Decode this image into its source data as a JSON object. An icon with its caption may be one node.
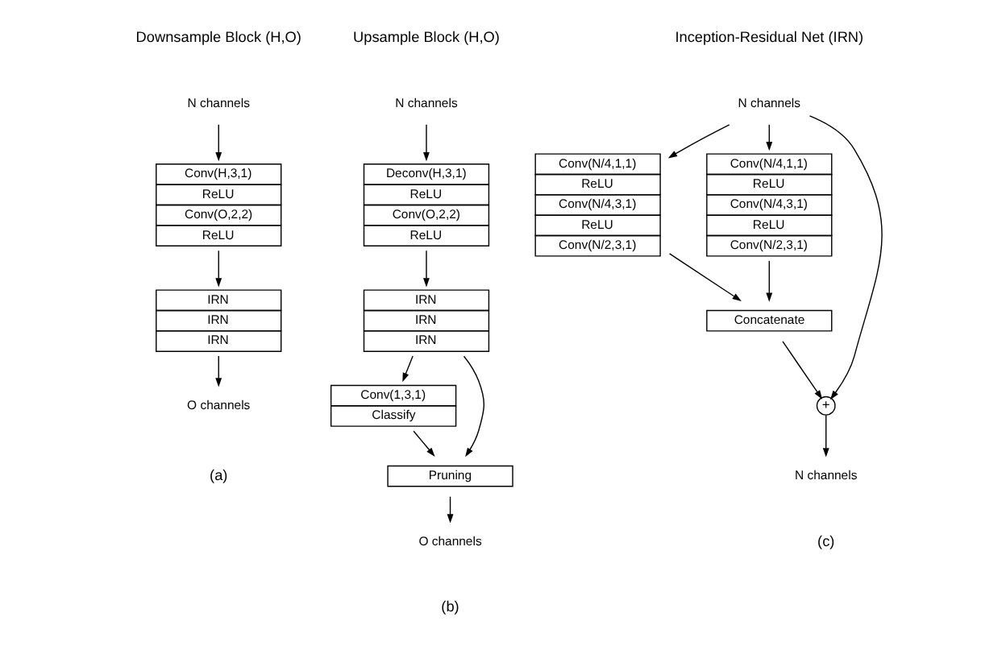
{
  "diagram": {
    "nodes": [
      {
        "text": [
          "N channels"
        ]
      },
      {
        "text": [
          "Conv(H,3,1)",
          "ReLU",
          "Conv(O,2,2)",
          "ReLU"
        ]
      },
      {
        "text": [
          "IRN",
          "IRN",
          "IRN"
        ]
      },
      {
        "text": [
          "O channels"
        ]
      },
      {
        "text": [
          "N channels"
        ]
      },
      {
        "text": [
          "Deconv(H,3,1)",
          "ReLU",
          "Conv(O,2,2)",
          "ReLU"
        ]
      },
      {
        "text": [
          "IRN",
          "IRN",
          "IRN"
        ]
      },
      {
        "text": [
          "Conv(1,3,1)",
          "Classify"
        ]
      },
      {
        "text": [
          "Pruning"
        ]
      },
      {
        "text": [
          "O channels"
        ]
      },
      {
        "text": [
          "N channels"
        ]
      },
      {
        "text": [
          "Conv(N/4,1,1)",
          "ReLU",
          "Conv(N/4,3,1)",
          "ReLU",
          "Conv(N/2,3,1)"
        ]
      },
      {
        "text": [
          "Conv(N/4,1,1)",
          "ReLU",
          "Conv(N/4,3,1)",
          "ReLU",
          "Conv(N/2,3,1)"
        ]
      },
      {
        "text": [
          "Concatenate"
        ]
      },
      {
        "text": [
          "+"
        ]
      },
      {
        "text": [
          "N channels"
        ]
      }
    ],
    "edges": [
      {
        "from": 0,
        "to": 1,
        "arrow": "to"
      },
      {
        "from": 1,
        "to": 2,
        "arrow": "to"
      },
      {
        "from": 2,
        "to": 3,
        "arrow": "to"
      },
      {
        "from": 4,
        "to": 5,
        "arrow": "to"
      },
      {
        "from": 5,
        "to": 6,
        "arrow": "to"
      },
      {
        "from": 6,
        "to": 7,
        "arrow": "to"
      },
      {
        "from": 6,
        "to": 8,
        "arrow": "to"
      },
      {
        "from": 7,
        "to": 8,
        "arrow": "to"
      },
      {
        "from": 8,
        "to": 9,
        "arrow": "to"
      },
      {
        "from": 10,
        "to": 11,
        "arrow": "to"
      },
      {
        "from": 10,
        "to": 12,
        "arrow": "to"
      },
      {
        "from": 10,
        "to": 14,
        "arrow": "to"
      },
      {
        "from": 11,
        "to": 13,
        "arrow": "to"
      },
      {
        "from": 12,
        "to": 13,
        "arrow": "to"
      },
      {
        "from": 13,
        "to": 14,
        "arrow": "to"
      },
      {
        "from": 14,
        "to": 15,
        "arrow": "to"
      }
    ],
    "labels": [
      "Downsample Block (H,O)",
      "Upsample Block (H,O)",
      "Inception-Residual Net (IRN)",
      "(a)",
      "(b)",
      "(c)"
    ]
  }
}
